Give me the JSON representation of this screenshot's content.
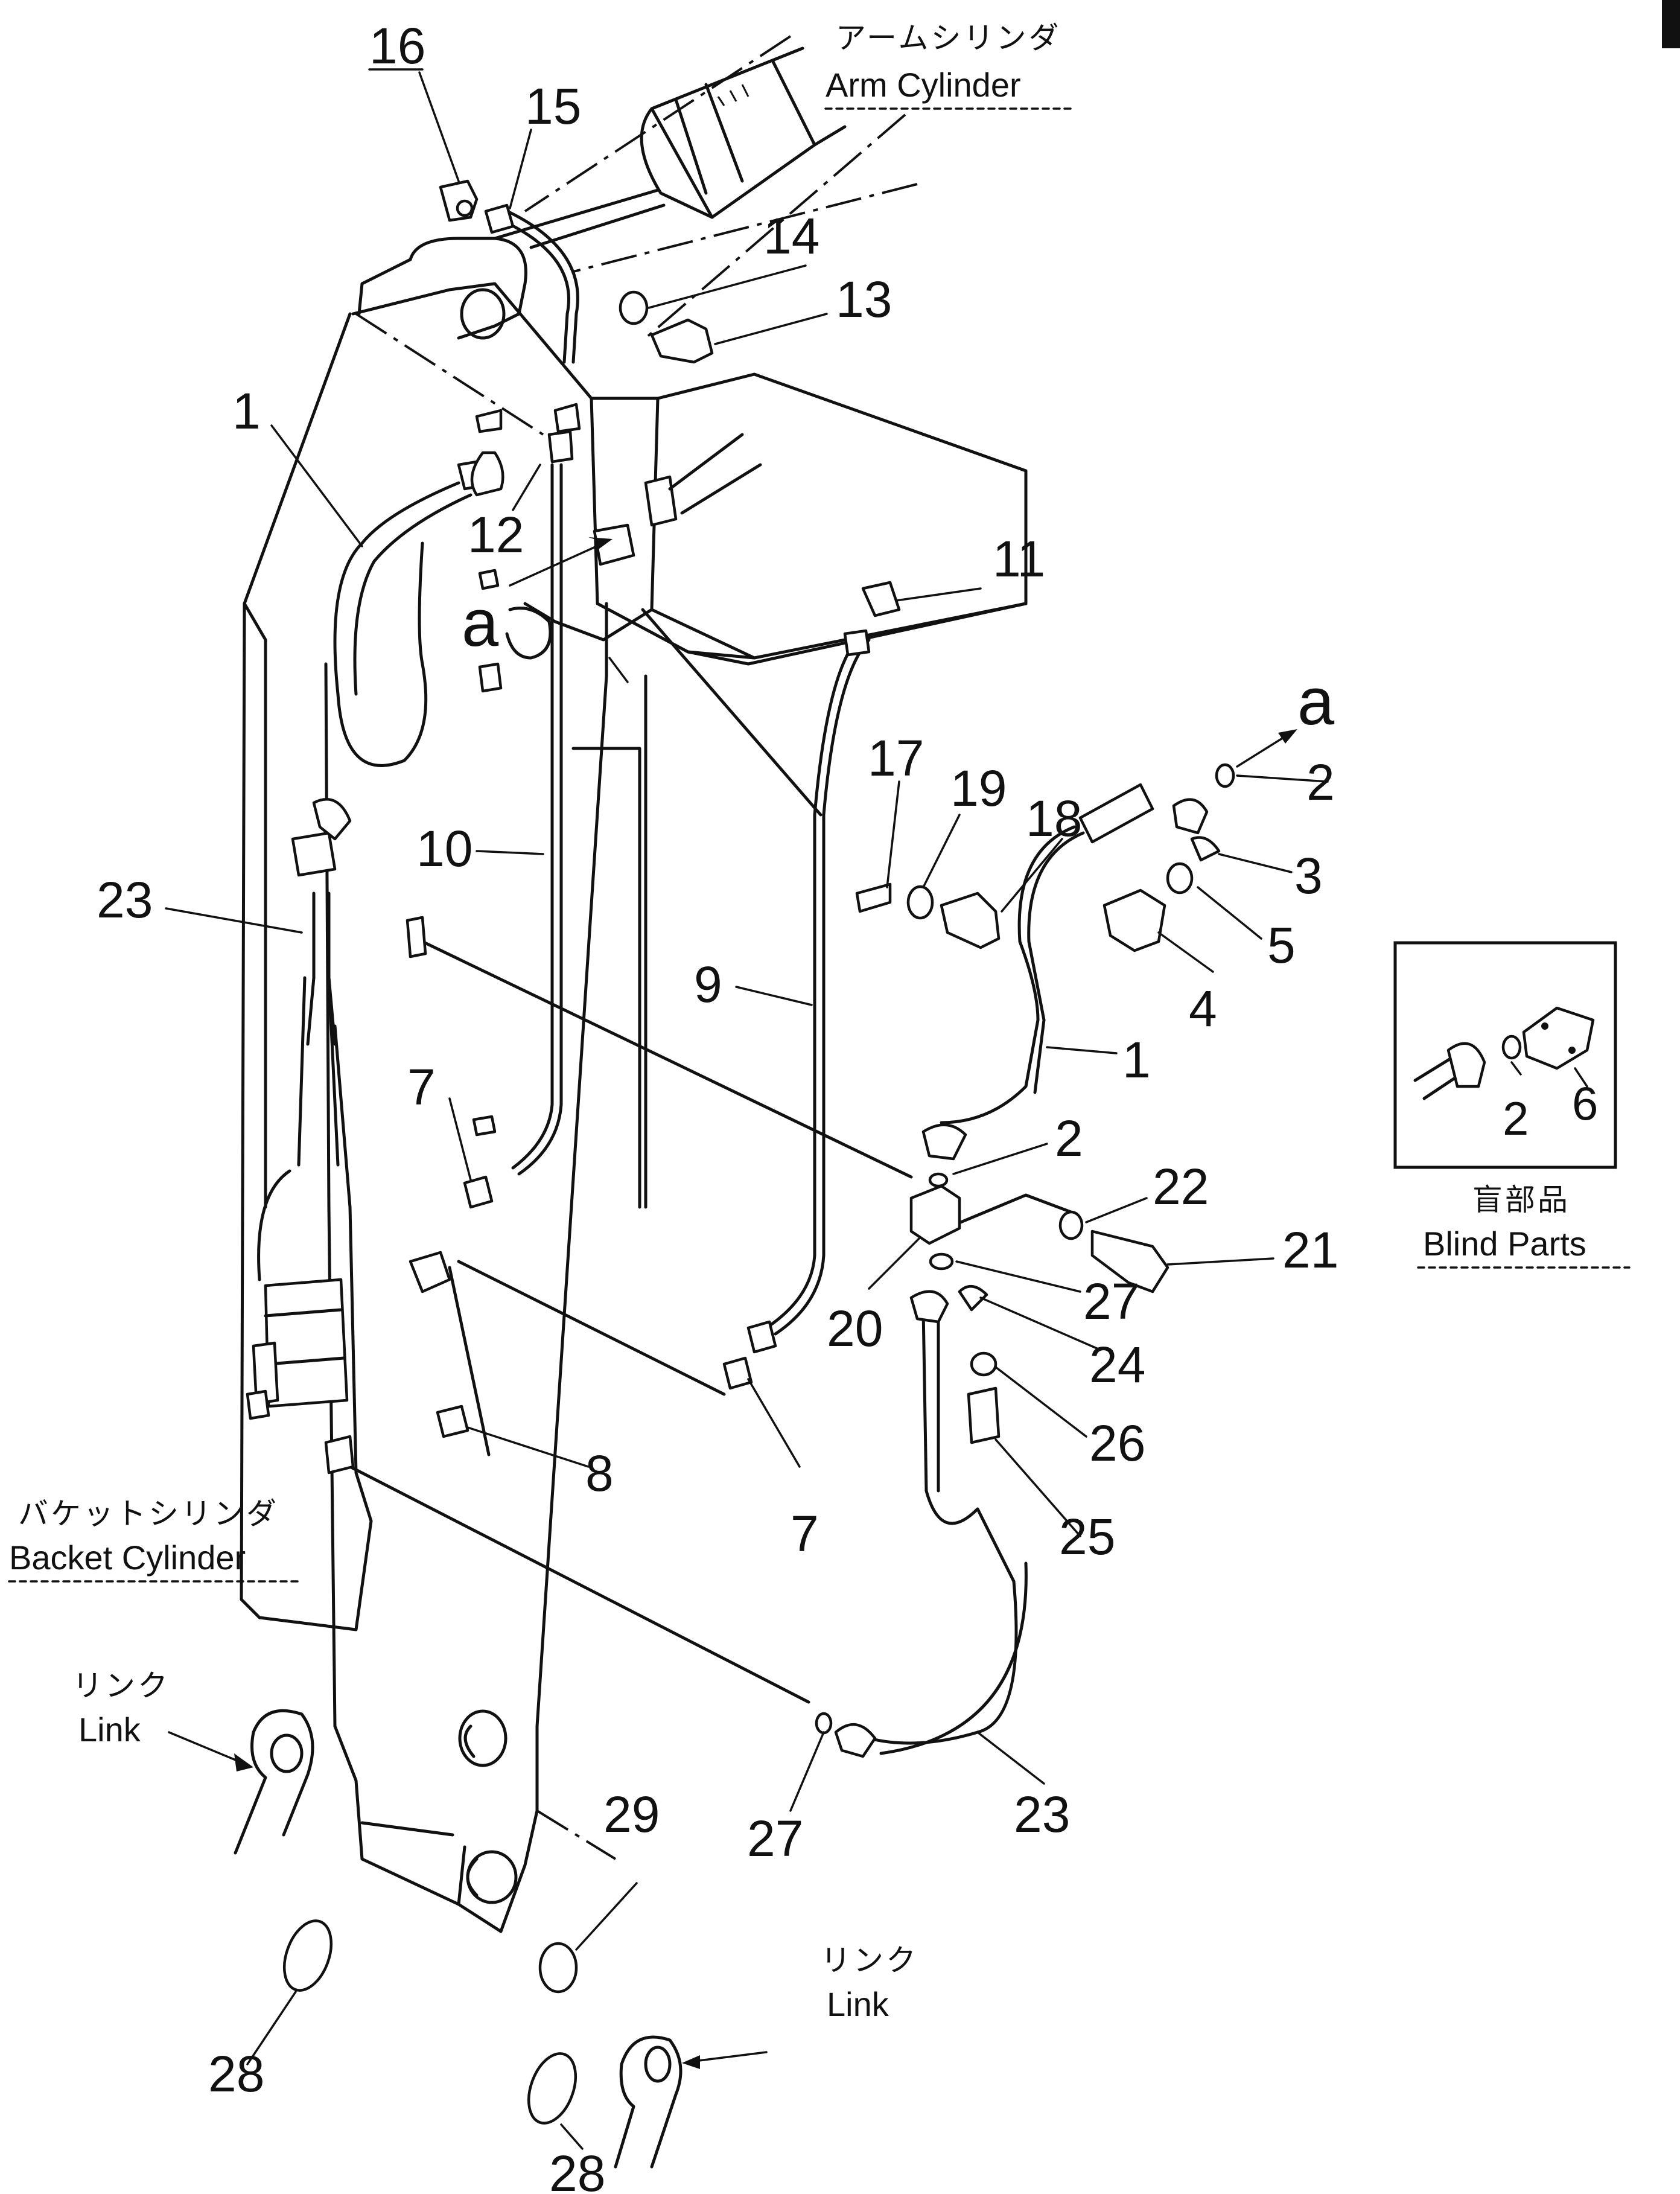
{
  "callouts": {
    "c16": "16",
    "c15": "15",
    "c14": "14",
    "c13": "13",
    "c1a": "1",
    "c12": "12",
    "c11": "11",
    "ca1": "a",
    "ca2": "a",
    "c2a": "2",
    "c3": "3",
    "c17": "17",
    "c19": "19",
    "c18": "18",
    "c5": "5",
    "c10": "10",
    "c23a": "23",
    "c9": "9",
    "c4": "4",
    "c1b": "1",
    "c7a": "7",
    "c2b": "2",
    "c22": "22",
    "c21": "21",
    "c20": "20",
    "c27a": "27",
    "c24": "24",
    "c26": "26",
    "c8": "8",
    "c7b": "7",
    "c25": "25",
    "c27b": "27",
    "c23b": "23",
    "c29": "29",
    "c28a": "28",
    "c28b": "28",
    "c2c": "2",
    "c6": "6"
  },
  "labels": {
    "arm_cylinder_jp": "アームシリンダ",
    "arm_cylinder_en": "Arm Cylinder",
    "bucket_cylinder_jp": "バケットシリンダ",
    "bucket_cylinder_en": "Backet Cylinder",
    "link_upper_jp": "リンク",
    "link_upper_en": "Link",
    "link_lower_jp": "リンク",
    "link_lower_en": "Link",
    "blind_parts_jp": "盲部品",
    "blind_parts_en": "Blind Parts"
  }
}
